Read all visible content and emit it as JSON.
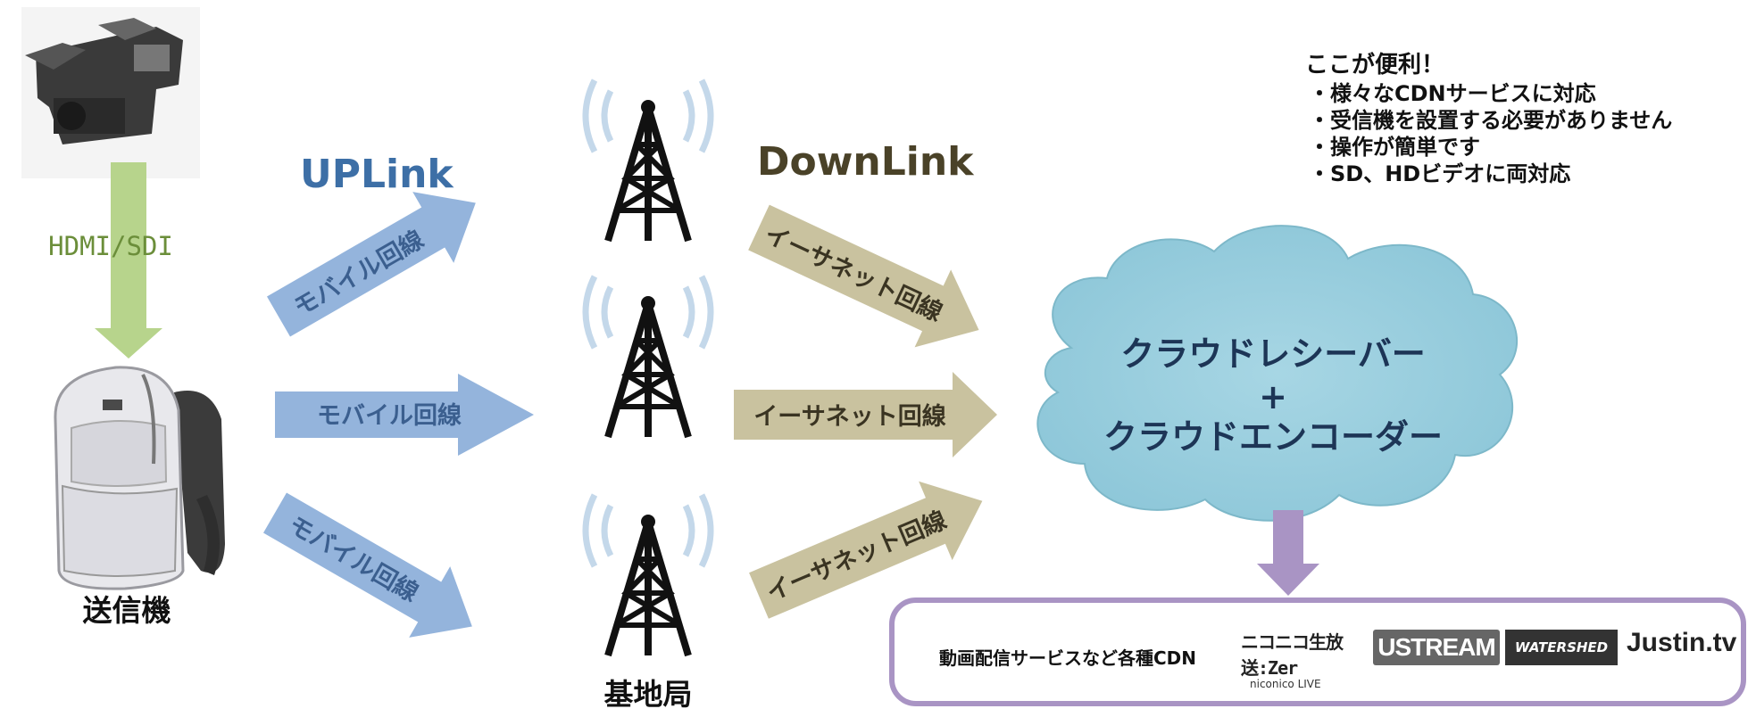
{
  "labels": {
    "hdmi_sdi": "HDMI/SDI",
    "sender": "送信機",
    "uplink": "UPLink",
    "downlink": "DownLink",
    "base_station": "基地局",
    "mobile_line": "モバイル回線",
    "ethernet_line": "イーサネット回線",
    "cloud_receiver": "クラウドレシーバー",
    "plus": "+",
    "cloud_encoder": "クラウドエンコーダー"
  },
  "features": {
    "title": "ここが便利！",
    "items": [
      "・様々なCDNサービスに対応",
      "・受信機を設置する必要がありません",
      "・操作が簡単です",
      "・SD、HDビデオに両対応"
    ]
  },
  "cdn": {
    "label": "動画配信サービスなど各種CDN",
    "logos": {
      "nico_top": "ニコニコ生放送:Zer",
      "nico_bottom": "niconico LIVE",
      "ustream": "USTREAM",
      "watershed": "WATERSHED",
      "justin": "Justin.tv"
    }
  },
  "colors": {
    "uplink_text": "#3d6fa6",
    "downlink_text": "#4a4228",
    "mobile_arrow": "#94b4dc",
    "ethernet_arrow": "#c9c29f",
    "hdmi_arrow": "#b7d48c",
    "hdmi_text": "#6b8e3a",
    "cloud_fill": "#93cbdc",
    "cloud_text": "#1d3556",
    "cdn_border": "#a994c4"
  },
  "icons": [
    "camera-icon",
    "backpack-icon",
    "cell-tower-icon",
    "cloud-icon"
  ]
}
